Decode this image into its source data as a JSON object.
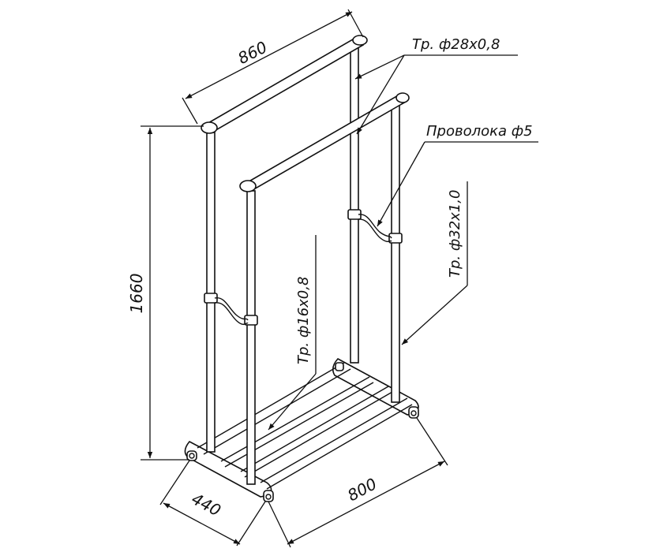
{
  "dimensions": {
    "top_width": "860",
    "height": "1660",
    "depth": "440",
    "base_width": "800"
  },
  "callouts": {
    "top_bar_tube": "Тр. ф28х0,8",
    "wire": "Проволока ф5",
    "upright_tube": "Тр. ф32х1,0",
    "inner_tube": "Тр. ф16х0,8"
  }
}
